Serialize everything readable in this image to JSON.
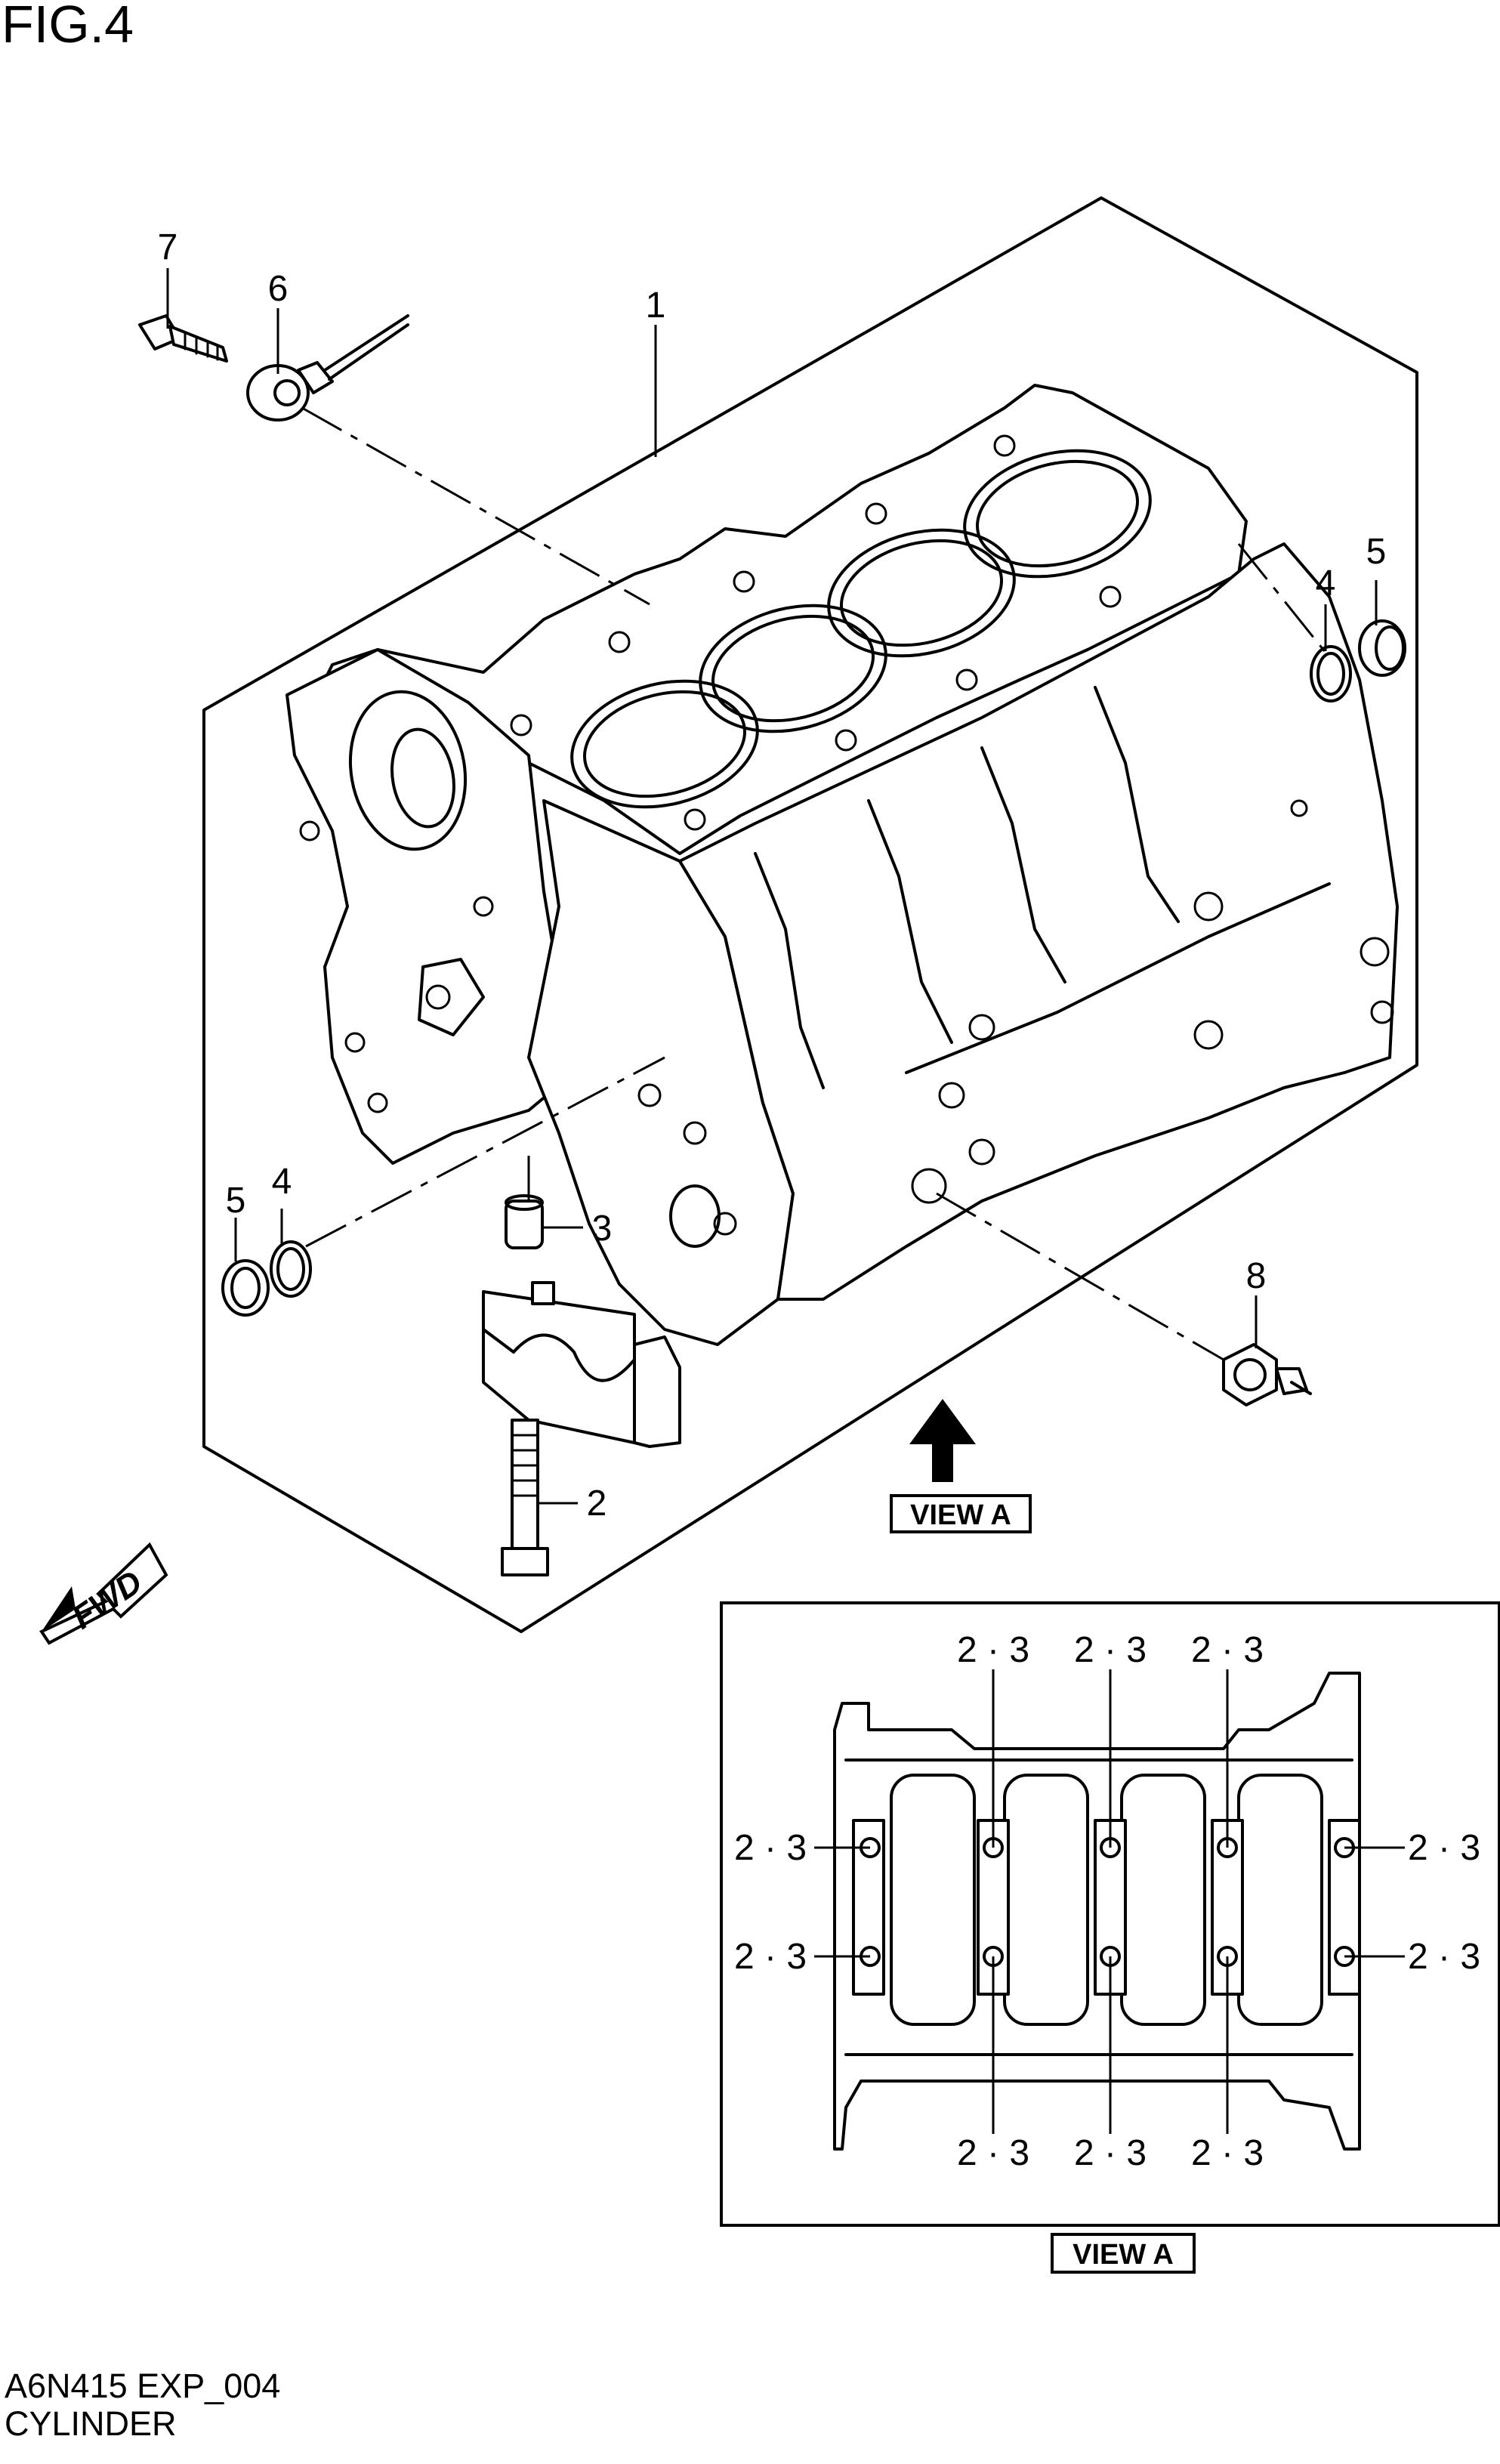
{
  "figure_title": "FIG.4",
  "diagram_code": "A6N415 EXP_004",
  "diagram_name": "CYLINDER",
  "direction_label": "FWD",
  "view_label": "VIEW A",
  "callouts": {
    "p1": "1",
    "p2": "2",
    "p3": "3",
    "p4_right": "4",
    "p5_right": "5",
    "p4_left": "4",
    "p5_left": "5",
    "p6": "6",
    "p7": "7",
    "p8": "8"
  },
  "view_a_callouts": {
    "top_1": "2 · 3",
    "top_2": "2 · 3",
    "top_3": "2 · 3",
    "left_upper": "2 · 3",
    "left_lower": "2 · 3",
    "right_upper": "2 · 3",
    "right_lower": "2 · 3",
    "bottom_1": "2 · 3",
    "bottom_2": "2 · 3",
    "bottom_3": "2 · 3"
  }
}
